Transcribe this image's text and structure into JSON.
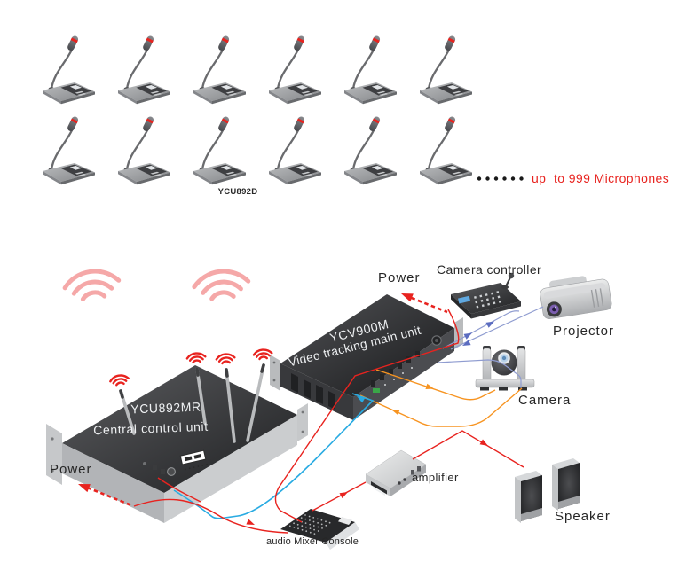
{
  "mic_section": {
    "model": "YCU892D",
    "note": "up  to 999 Microphones",
    "visible_count": 12,
    "rows": 2,
    "per_row": 6
  },
  "units": {
    "central": {
      "model": "YCU892MR",
      "name": "Central control unit"
    },
    "video": {
      "model": "YCV900M",
      "name": "Video tracking main unit"
    }
  },
  "labels": {
    "power_top": "Power",
    "power_bottom": "Power",
    "camera_controller": "Camera controller",
    "projector": "Projector",
    "camera": "Camera",
    "amplifier": "amplifier",
    "speaker": "Speaker",
    "mixer": "audio Mixer Console"
  },
  "colors": {
    "red": "#e8231f",
    "pink_wifi": "#f5a8a8",
    "blue": "#29abe2",
    "orange": "#f79421",
    "violet": "#8f9cd0"
  },
  "icons": {
    "wifi": "wifi-icon",
    "microphone": "microphone-icon",
    "arrow": "arrowhead-icon"
  }
}
